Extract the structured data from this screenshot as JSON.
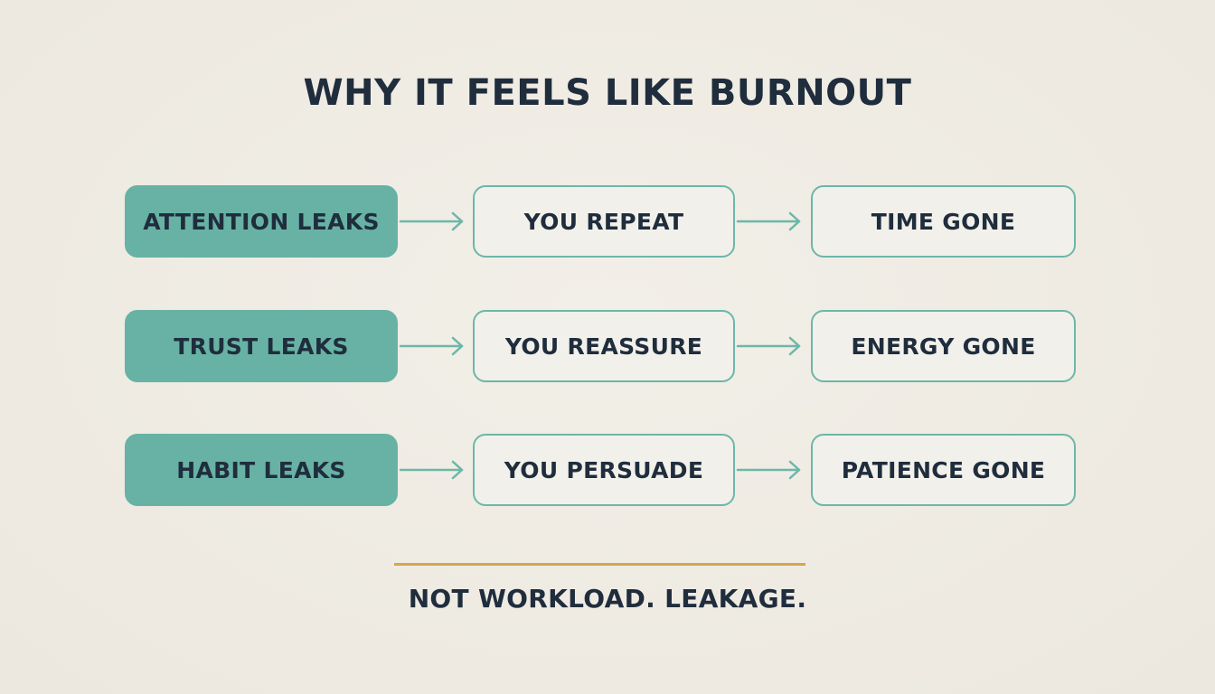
{
  "title": "WHY IT FEELS LIKE BURNOUT",
  "rows": [
    {
      "source": "ATTENTION LEAKS",
      "action": "YOU REPEAT",
      "result": "TIME GONE"
    },
    {
      "source": "TRUST LEAKS",
      "action": "YOU REASSURE",
      "result": "ENERGY GONE"
    },
    {
      "source": "HABIT LEAKS",
      "action": "YOU PERSUADE",
      "result": "PATIENCE GONE"
    }
  ],
  "footer": "NOT WORKLOAD. LEAKAGE.",
  "colors": {
    "accent_fill": "#67b2a4",
    "accent_stroke": "#6cb7a9",
    "divider": "#d2a84a",
    "text": "#1f2d3d",
    "background": "#efece4"
  },
  "icons": {
    "connector": "arrow-right-icon"
  }
}
